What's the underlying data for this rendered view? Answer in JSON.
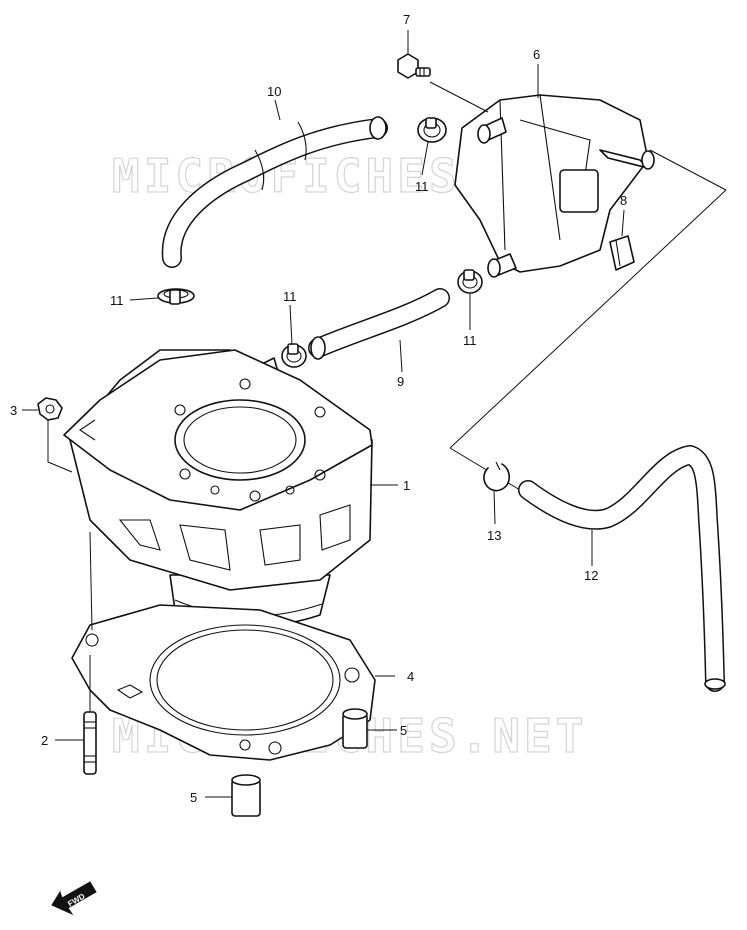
{
  "watermark": "MICROFICHES.NET",
  "fwd_label": "FWD",
  "callouts": {
    "c1": "1",
    "c2": "2",
    "c3": "3",
    "c4": "4",
    "c5a": "5",
    "c5b": "5",
    "c6": "6",
    "c7": "7",
    "c8": "8",
    "c9": "9",
    "c10": "10",
    "c11a": "11",
    "c11b": "11",
    "c11c": "11",
    "c11d": "11",
    "c12": "12",
    "c13": "13"
  }
}
